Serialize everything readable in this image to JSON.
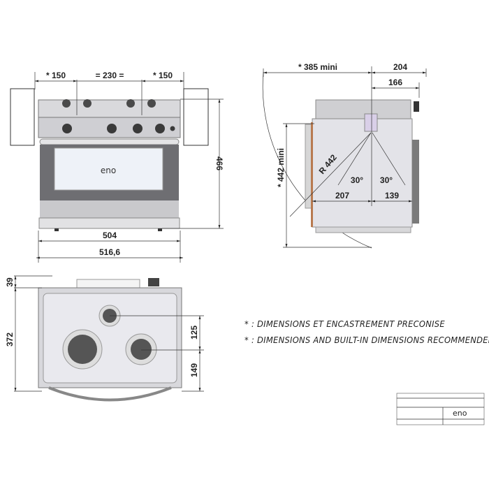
{
  "front_view": {
    "dim_left": "* 150",
    "dim_center": "= 230 =",
    "dim_right": "* 150",
    "dim_height": "466",
    "dim_width_inner": "504",
    "dim_width_outer": "516,6",
    "brand": "eno"
  },
  "side_view": {
    "dim_depth_min": "* 385  mini",
    "dim_204": "204",
    "dim_166": "166",
    "dim_height_min": "* 442  mini",
    "dim_radius": "R 442",
    "angle_left": "30°",
    "angle_right": "30°",
    "dim_207": "207",
    "dim_139": "139"
  },
  "top_view": {
    "dim_39": "39",
    "dim_372": "372",
    "dim_125": "125",
    "dim_149": "149"
  },
  "notes": [
    "* : DIMENSIONS ET ENCASTREMENT PRECONISE",
    "* : DIMENSIONS AND BUILT-IN DIMENSIONS RECOMMENDED"
  ],
  "title_block": {
    "brand": "eno"
  }
}
